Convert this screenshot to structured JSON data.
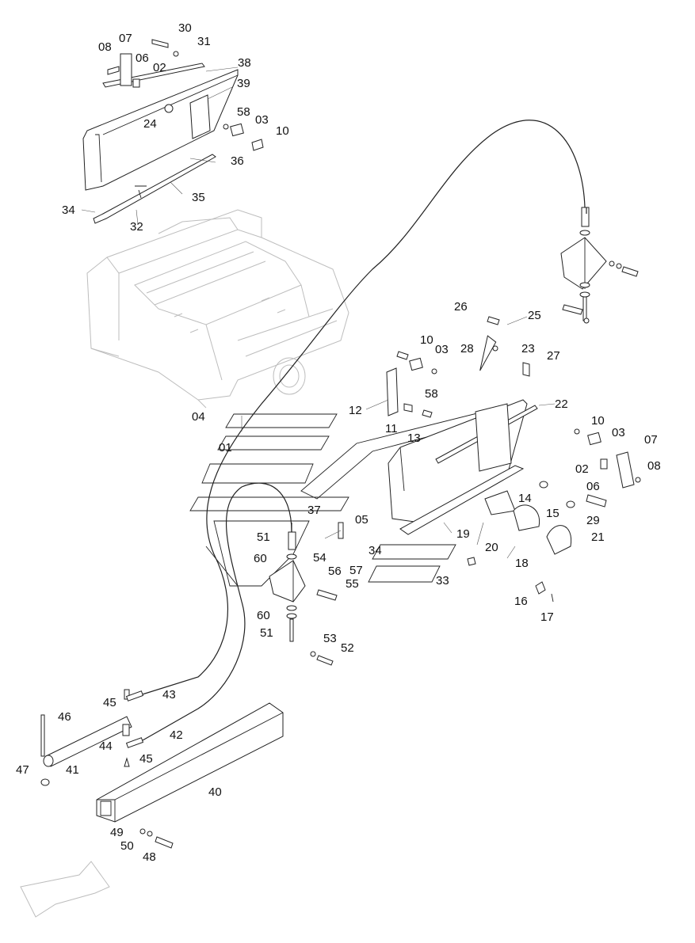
{
  "diagram": {
    "labels": [
      {
        "id": "p08a",
        "text": "08"
      },
      {
        "id": "p07a",
        "text": "07"
      },
      {
        "id": "p30",
        "text": "30"
      },
      {
        "id": "p06a",
        "text": "06"
      },
      {
        "id": "p31",
        "text": "31"
      },
      {
        "id": "p02a",
        "text": "02"
      },
      {
        "id": "p38",
        "text": "38"
      },
      {
        "id": "p39",
        "text": "39"
      },
      {
        "id": "p58a",
        "text": "58"
      },
      {
        "id": "p03a",
        "text": "03"
      },
      {
        "id": "p24",
        "text": "24"
      },
      {
        "id": "p10a",
        "text": "10"
      },
      {
        "id": "p36",
        "text": "36"
      },
      {
        "id": "p35",
        "text": "35"
      },
      {
        "id": "p34a",
        "text": "34"
      },
      {
        "id": "p32",
        "text": "32"
      },
      {
        "id": "p26",
        "text": "26"
      },
      {
        "id": "p25",
        "text": "25"
      },
      {
        "id": "p10b",
        "text": "10"
      },
      {
        "id": "p03b",
        "text": "03"
      },
      {
        "id": "p28",
        "text": "28"
      },
      {
        "id": "p23",
        "text": "23"
      },
      {
        "id": "p27",
        "text": "27"
      },
      {
        "id": "p58b",
        "text": "58"
      },
      {
        "id": "p04",
        "text": "04"
      },
      {
        "id": "p12",
        "text": "12"
      },
      {
        "id": "p22",
        "text": "22"
      },
      {
        "id": "p11",
        "text": "11"
      },
      {
        "id": "p13",
        "text": "13"
      },
      {
        "id": "p10c",
        "text": "10"
      },
      {
        "id": "p03c",
        "text": "03"
      },
      {
        "id": "p01",
        "text": "01"
      },
      {
        "id": "p07b",
        "text": "07"
      },
      {
        "id": "p02b",
        "text": "02"
      },
      {
        "id": "p08b",
        "text": "08"
      },
      {
        "id": "p06b",
        "text": "06"
      },
      {
        "id": "p14",
        "text": "14"
      },
      {
        "id": "p37",
        "text": "37"
      },
      {
        "id": "p05",
        "text": "05"
      },
      {
        "id": "p29",
        "text": "29"
      },
      {
        "id": "p15",
        "text": "15"
      },
      {
        "id": "p51a",
        "text": "51"
      },
      {
        "id": "p19",
        "text": "19"
      },
      {
        "id": "p21",
        "text": "21"
      },
      {
        "id": "p60a",
        "text": "60"
      },
      {
        "id": "p54",
        "text": "54"
      },
      {
        "id": "p34b",
        "text": "34"
      },
      {
        "id": "p20",
        "text": "20"
      },
      {
        "id": "p56",
        "text": "56"
      },
      {
        "id": "p57",
        "text": "57"
      },
      {
        "id": "p18",
        "text": "18"
      },
      {
        "id": "p55",
        "text": "55"
      },
      {
        "id": "p33",
        "text": "33"
      },
      {
        "id": "p16",
        "text": "16"
      },
      {
        "id": "p60b",
        "text": "60"
      },
      {
        "id": "p17",
        "text": "17"
      },
      {
        "id": "p51b",
        "text": "51"
      },
      {
        "id": "p53",
        "text": "53"
      },
      {
        "id": "p52",
        "text": "52"
      },
      {
        "id": "p45a",
        "text": "45"
      },
      {
        "id": "p43",
        "text": "43"
      },
      {
        "id": "p46",
        "text": "46"
      },
      {
        "id": "p42",
        "text": "42"
      },
      {
        "id": "p44",
        "text": "44"
      },
      {
        "id": "p45b",
        "text": "45"
      },
      {
        "id": "p47",
        "text": "47"
      },
      {
        "id": "p41",
        "text": "41"
      },
      {
        "id": "p40",
        "text": "40"
      },
      {
        "id": "p49",
        "text": "49"
      },
      {
        "id": "p50",
        "text": "50"
      },
      {
        "id": "p48",
        "text": "48"
      }
    ]
  }
}
